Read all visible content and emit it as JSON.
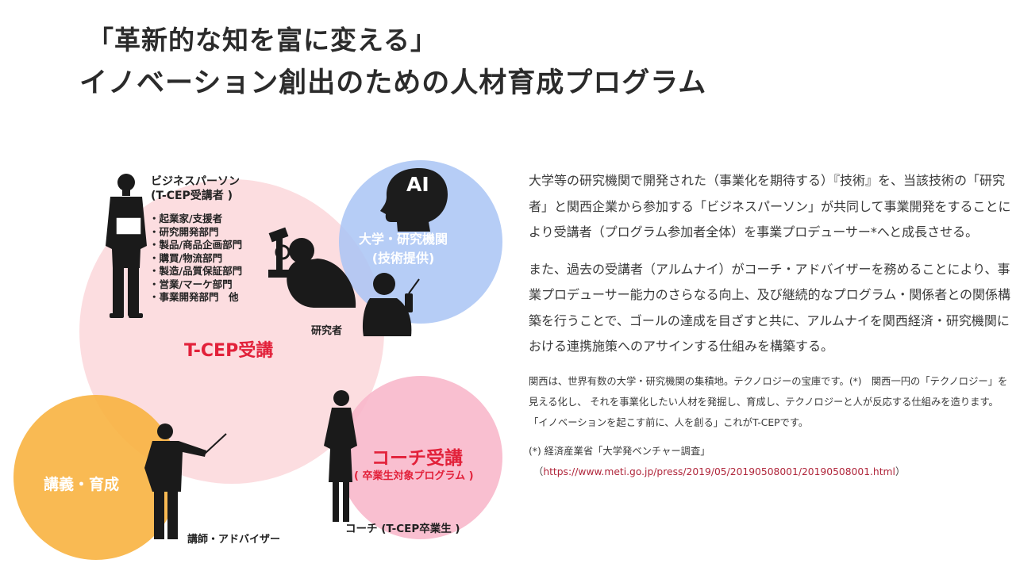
{
  "header": {
    "title_line1": "「革新的な知を富に変える」",
    "title_line2": "イノベーション創出のための人材育成プログラム"
  },
  "diagram": {
    "business_person_label_line1": "ビジネスパーソン",
    "business_person_label_line2": "(T-CEP受講者 )",
    "business_roles": [
      "起業家/支援者",
      "研究開発部門",
      "製品/商品企画部門",
      "購買/物流部門",
      "製造/品質保証部門",
      "営業/マーケ部門",
      "事業開発部門　他"
    ],
    "researcher_label": "研究者",
    "tcep_label": "T-CEP受講",
    "ai_label": "AI",
    "university_label_line1": "大学・研究機関",
    "university_label_line2": "(技術提供)",
    "lecture_label": "講義・育成",
    "coach_course_label": "コーチ受講",
    "coach_course_sub": "( 卒業生対象プログラム )",
    "teacher_label": "講師・アドバイザー",
    "coach_label": "コーチ (T-CEP卒業生 )",
    "colors": {
      "tcep_circle": "#fbd7da",
      "university_circle": "#a9c4f5",
      "lecture_circle": "#f8b340",
      "coach_circle": "#f8b6c9",
      "accent_red": "#e2213a"
    }
  },
  "content": {
    "paragraph1": "大学等の研究機関で開発された（事業化を期待する）『技術』を、当該技術の「研究者」と関西企業から参加する「ビジネスパーソン」が共同して事業開発をすることにより受講者（プログラム参加者全体）を事業プロデューサー*へと成長させる。",
    "paragraph2": "また、過去の受講者（アルムナイ）がコーチ・アドバイザーを務めることにより、事業プロデューサー能力のさらなる向上、及び継続的なプログラム・関係者との関係構築を行うことで、ゴールの達成を目ざすと共に、アルムナイを関西経済・研究機関における連携施策へのアサインする仕組みを構築する。",
    "paragraph3": "関西は、世界有数の大学・研究機関の集積地。テクノロジーの宝庫です。(*)　関西一円の「テクノロジー」を見える化し、 それを事業化したい人材を発掘し、育成し、テクノロジーと人が反応する仕組みを造ります。 「イノベーションを起こす前に、人を創る」これがT-CEPです。",
    "note_label": "(*) 経済産業省「大学発ベンチャー調査」",
    "note_url_open": "（",
    "note_url": "https://www.meti.go.jp/press/2019/05/20190508001/20190508001.html",
    "note_url_close": "）"
  }
}
